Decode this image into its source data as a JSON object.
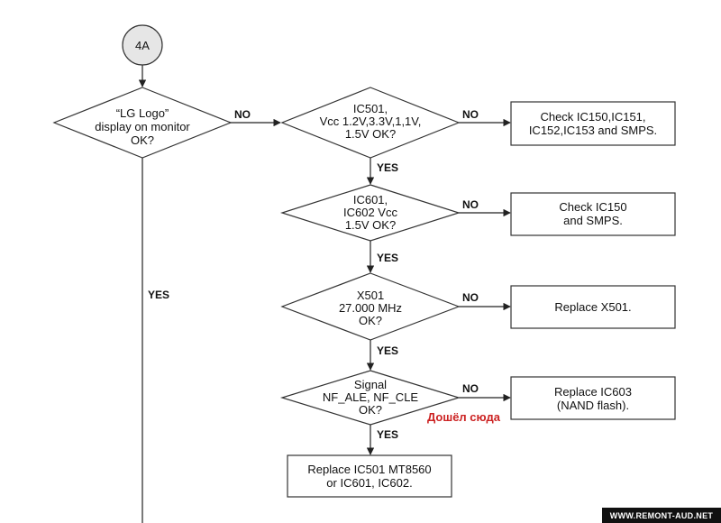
{
  "theme": {
    "line": "#222222",
    "connector_fill": "#e6e6e6",
    "note_color": "#cc2222",
    "watermark_bg": "#111111",
    "watermark_text": "#ffffff"
  },
  "connector": {
    "label": "4A"
  },
  "decisions": {
    "lg_logo": [
      "“LG Logo”",
      "display on monitor",
      "OK?"
    ],
    "ic501": [
      "IC501,",
      "Vcc 1.2V,3.3V,1,1V,",
      "1.5V OK?"
    ],
    "ic601": [
      "IC601,",
      "IC602 Vcc",
      "1.5V OK?"
    ],
    "x501": [
      "X501",
      "27.000 MHz",
      "OK?"
    ],
    "signal": [
      "Signal",
      "NF_ALE, NF_CLE",
      "OK?"
    ]
  },
  "actions": {
    "check_ic150_smps": [
      "Check IC150,IC151,",
      "IC152,IC153 and SMPS."
    ],
    "check_ic150": [
      "Check IC150",
      "and SMPS."
    ],
    "replace_x501": [
      "Replace X501."
    ],
    "replace_ic603": [
      "Replace IC603",
      "(NAND flash)."
    ],
    "replace_ic501": [
      "Replace IC501 MT8560",
      "or IC601, IC602."
    ]
  },
  "branches": {
    "no": "NO",
    "yes": "YES"
  },
  "annotation": "Дошёл сюда",
  "watermark": "WWW.REMONT-AUD.NET"
}
